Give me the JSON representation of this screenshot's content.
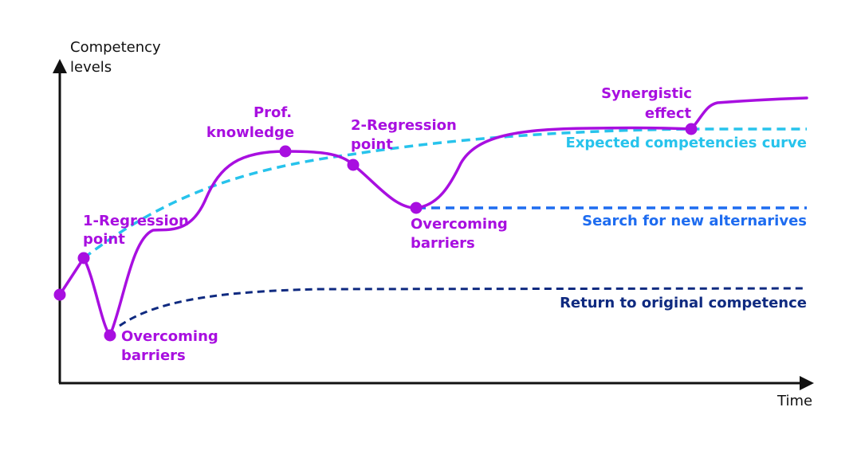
{
  "axes": {
    "y_label_line1": "Competency",
    "y_label_line2": "levels",
    "x_label": "Time"
  },
  "annotations": {
    "regression1_line1": "1-Regression",
    "regression1_line2": "point",
    "overcoming1_line1": "Overcoming",
    "overcoming1_line2": "barriers",
    "prof_line1": "Prof.",
    "prof_line2": "knowledge",
    "regression2_line1": "2-Regression",
    "regression2_line2": "point",
    "overcoming2_line1": "Overcoming",
    "overcoming2_line2": "barriers",
    "synergistic_line1": "Synergistic",
    "synergistic_line2": "effect"
  },
  "lines": {
    "expected": "Expected competencies curve",
    "search": "Search for new alternarives",
    "return": "Return to original competence"
  },
  "colors": {
    "axis": "#111111",
    "main_curve": "#a80fe0",
    "expected": "#27c3ec",
    "search": "#1e6cf0",
    "return": "#0f2a80"
  }
}
